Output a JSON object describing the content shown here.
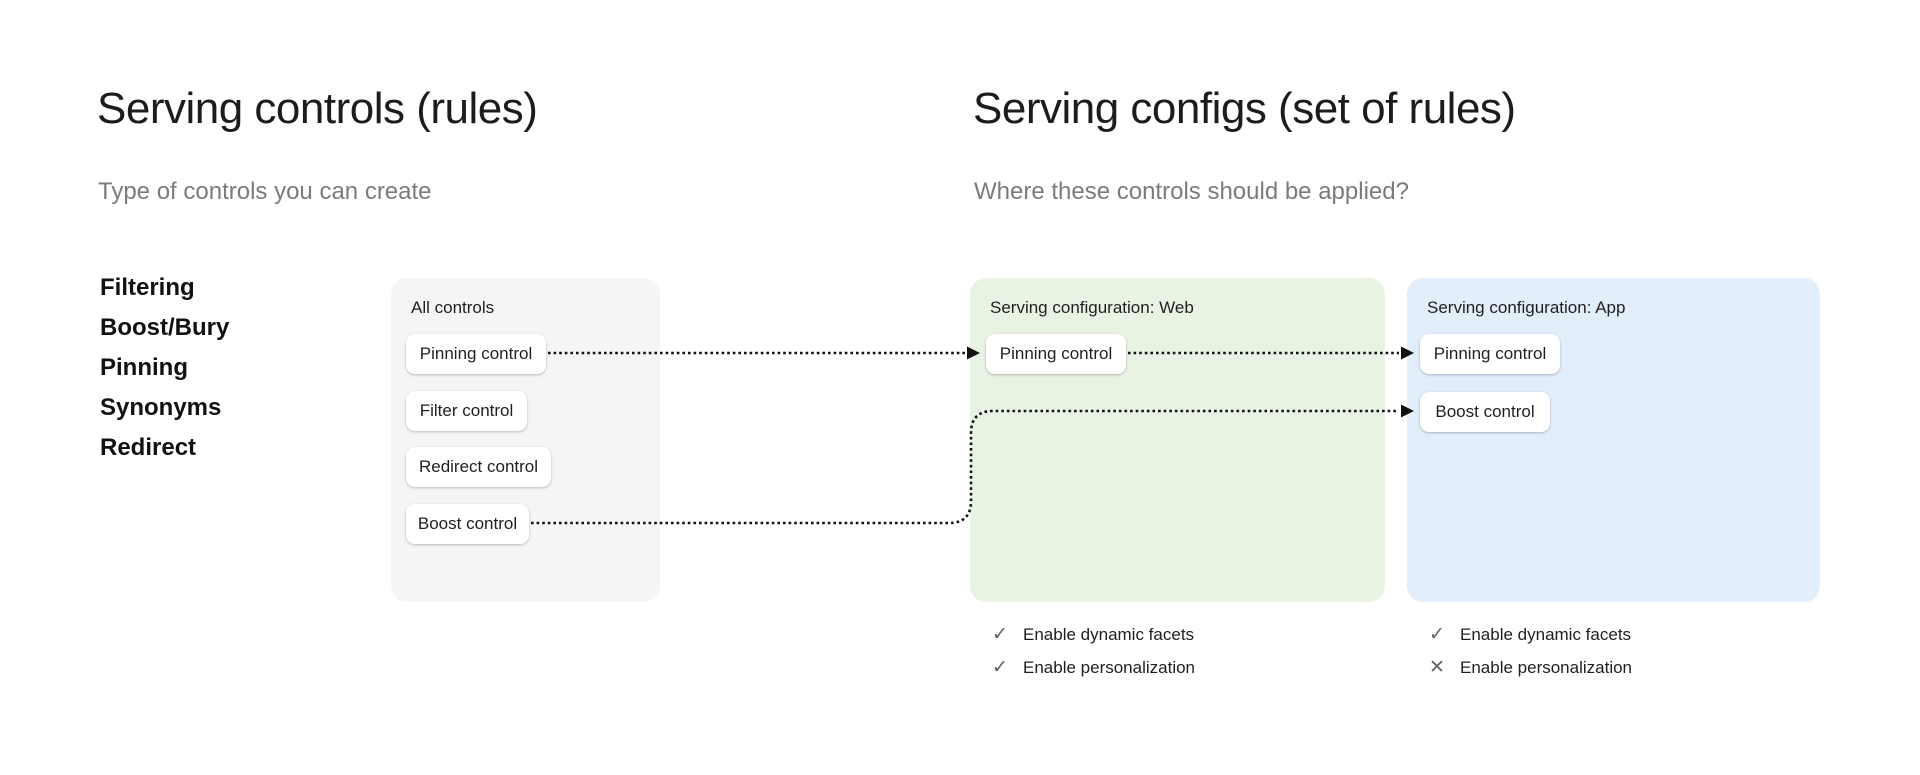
{
  "left": {
    "title": "Serving controls (rules)",
    "subtitle": "Type of controls you can create",
    "control_types": [
      "Filtering",
      "Boost/Bury",
      "Pinning",
      "Synonyms",
      "Redirect"
    ]
  },
  "right": {
    "title": "Serving configs (set of rules)",
    "subtitle": "Where these controls should be applied?"
  },
  "cards": {
    "all_controls": {
      "title": "All controls",
      "buttons": [
        "Pinning control",
        "Filter control",
        "Redirect control",
        "Boost control"
      ]
    },
    "web": {
      "title": "Serving configuration: Web",
      "buttons": [
        "Pinning control"
      ],
      "features": [
        {
          "label": "Enable dynamic facets",
          "enabled": true
        },
        {
          "label": "Enable personalization",
          "enabled": true
        }
      ]
    },
    "app": {
      "title": "Serving configuration: App",
      "buttons": [
        "Pinning control",
        "Boost control"
      ],
      "features": [
        {
          "label": "Enable dynamic facets",
          "enabled": true
        },
        {
          "label": "Enable personalization",
          "enabled": false
        }
      ]
    }
  },
  "connections": [
    {
      "from": "All controls / Pinning control",
      "to": "Serving configuration: Web / Pinning control"
    },
    {
      "from": "Serving configuration: Web / Pinning control",
      "to": "Serving configuration: App / Pinning control"
    },
    {
      "from": "All controls / Boost control",
      "to": "Serving configuration: App / Boost control"
    }
  ],
  "icons": {
    "check": "✓",
    "cross": "✕"
  },
  "colors": {
    "background": "#ffffff",
    "all_controls_card": "#f5f5f5",
    "web_card": "#e9f3e4",
    "app_card": "#e2eefa",
    "title_text": "#1c1c1c",
    "subtitle_text": "#7b7b7b",
    "icon_gray": "#5f6368",
    "arrow": "#111111"
  }
}
